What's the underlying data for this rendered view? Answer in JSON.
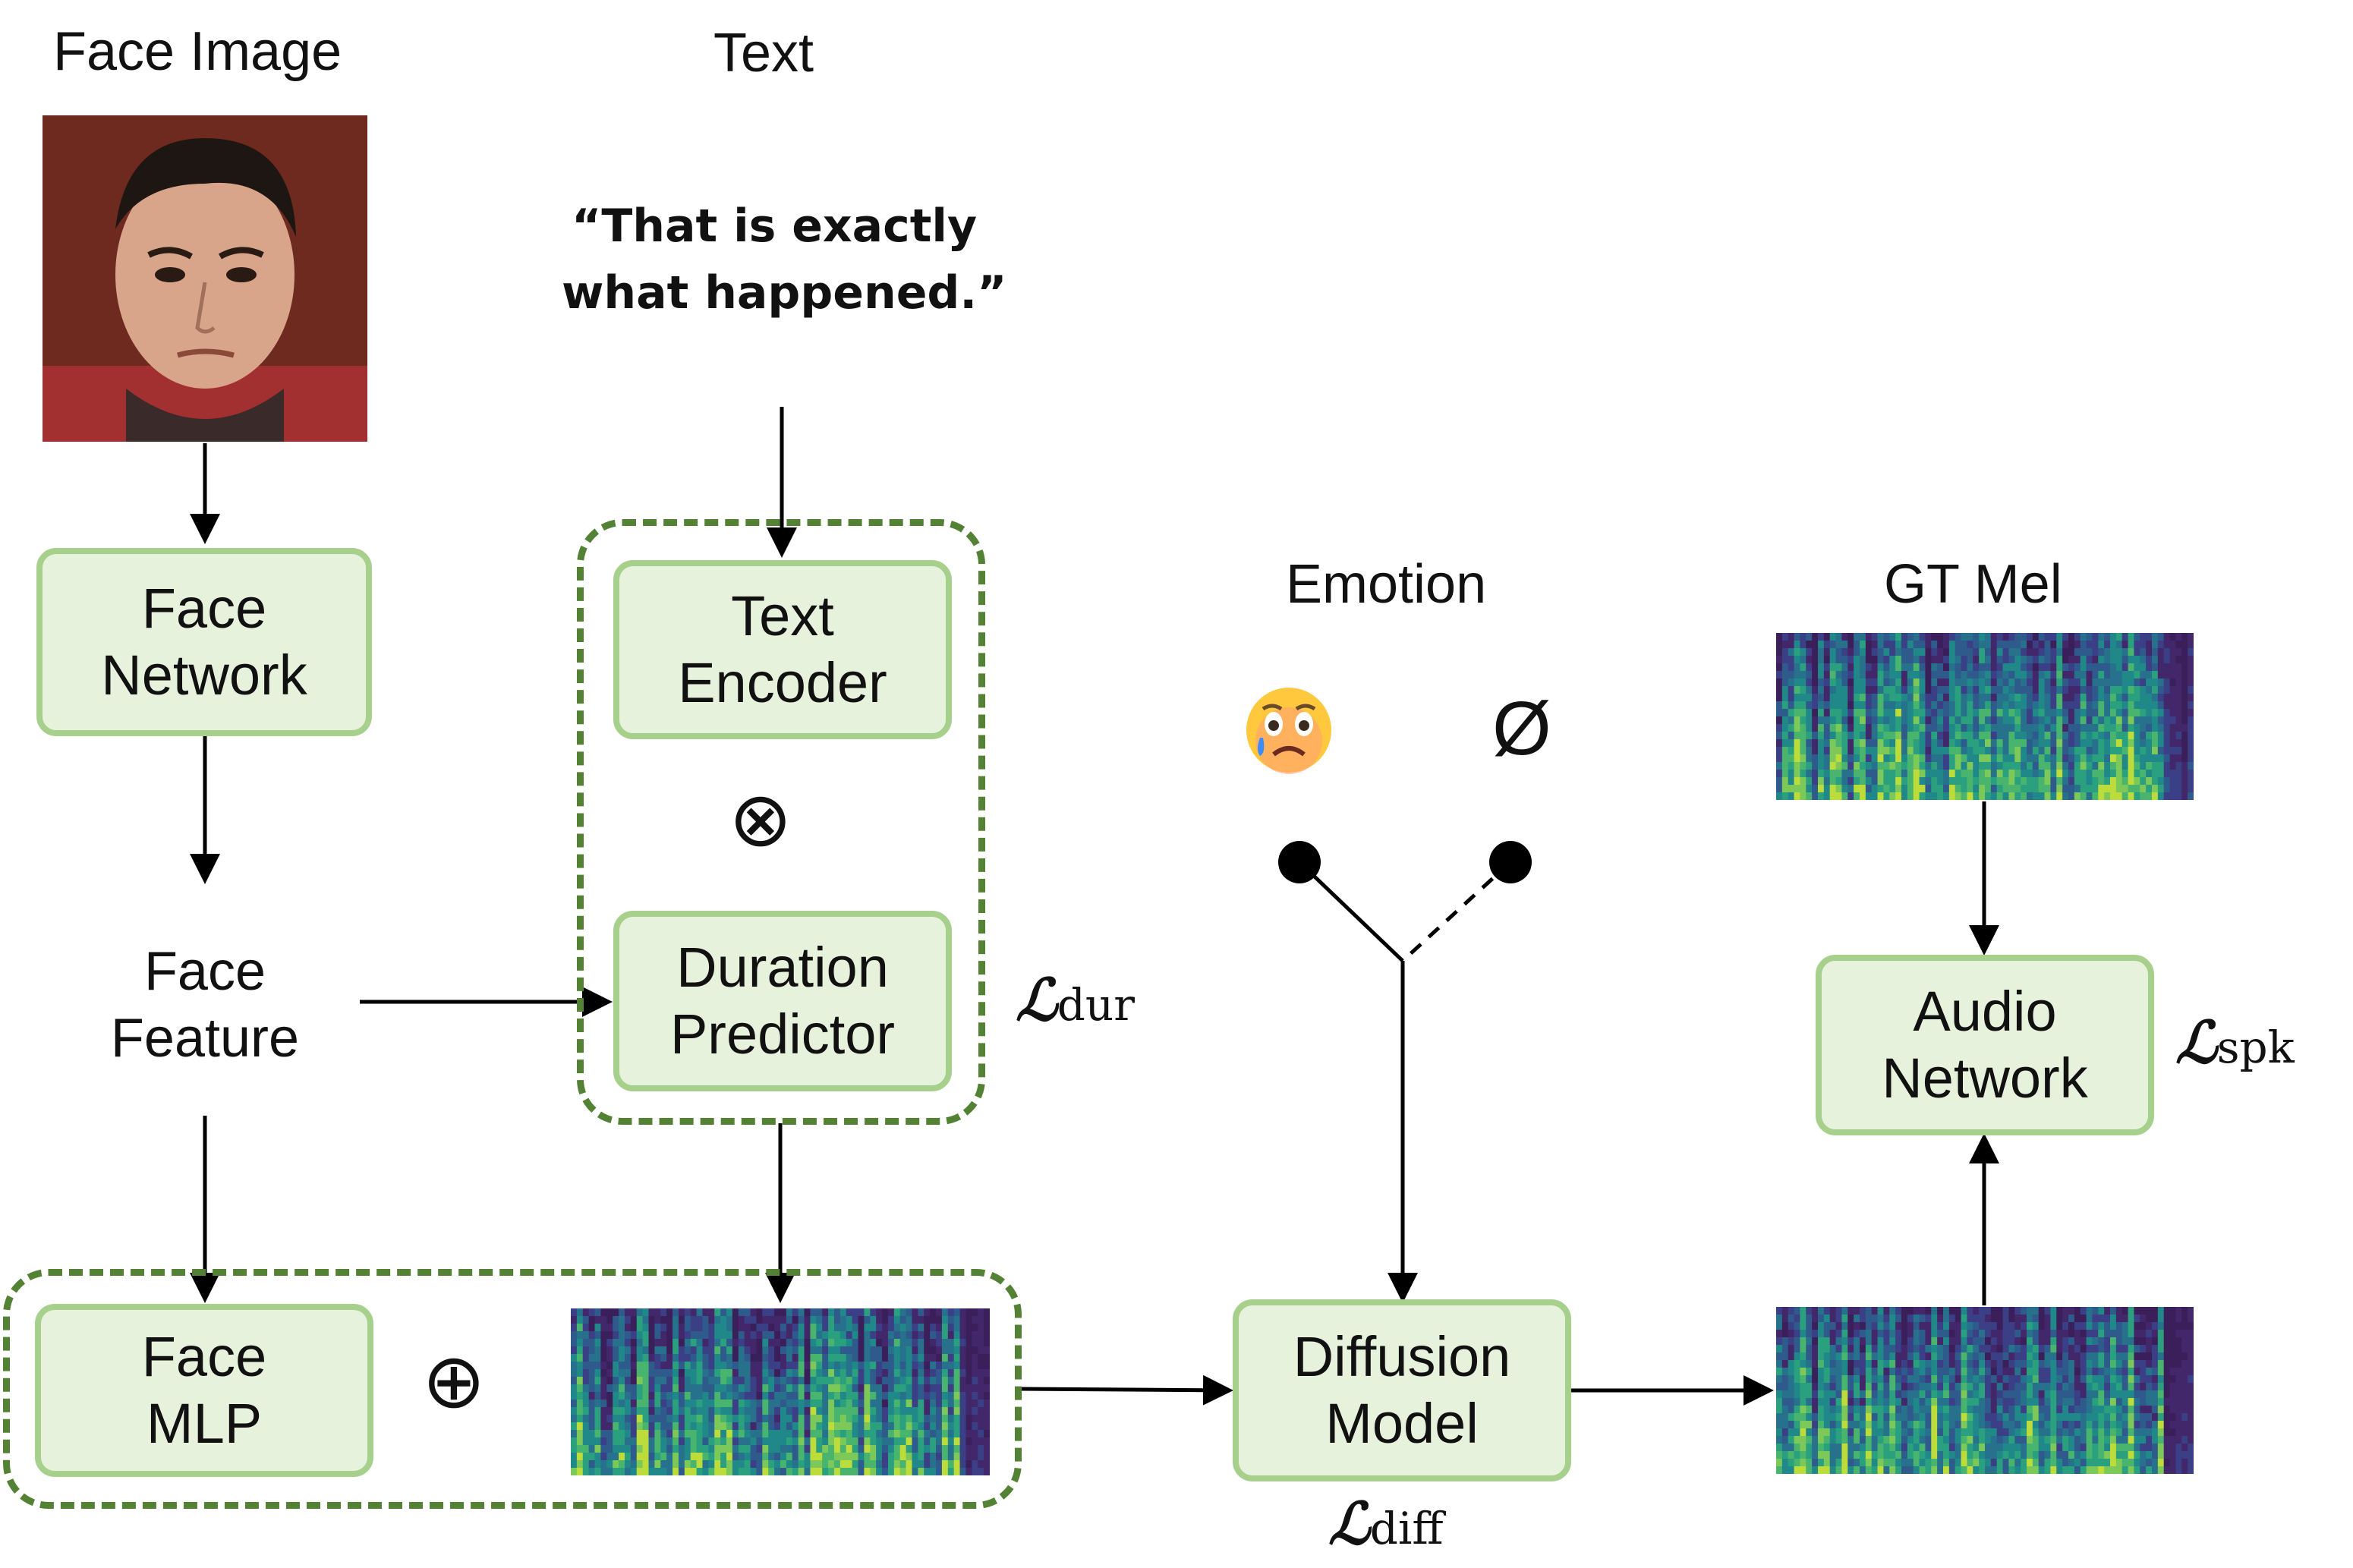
{
  "labels": {
    "face_image": "Face Image",
    "text": "Text",
    "quote_line1": "“That is exactly",
    "quote_line2": "what happened.”",
    "face_feature_line1": "Face",
    "face_feature_line2": "Feature",
    "emotion": "Emotion",
    "empty_set": "Ø",
    "gt_mel": "GT Mel",
    "otimes": "⊗",
    "oplus": "⊕"
  },
  "boxes": {
    "face_network": [
      "Face",
      "Network"
    ],
    "text_encoder": [
      "Text",
      "Encoder"
    ],
    "duration_predictor": [
      "Duration",
      "Predictor"
    ],
    "face_mlp": [
      "Face",
      "MLP"
    ],
    "diffusion_model": [
      "Diffusion",
      "Model"
    ],
    "audio_network": [
      "Audio",
      "Network"
    ]
  },
  "losses": {
    "dur": {
      "symbol": "ℒ",
      "sub": "dur"
    },
    "spk": {
      "symbol": "ℒ",
      "sub": "spk"
    },
    "diff": {
      "symbol": "ℒ",
      "sub": "diff"
    }
  },
  "icons": {
    "emotion_icon": "sad-crying-face-icon",
    "face_image_icon": "face-photo-icon",
    "spectrogram_icon": "mel-spectrogram-icon"
  },
  "colors": {
    "box_fill": "#e6f2dc",
    "box_border": "#a8d08d",
    "dashed_border": "#548235"
  }
}
